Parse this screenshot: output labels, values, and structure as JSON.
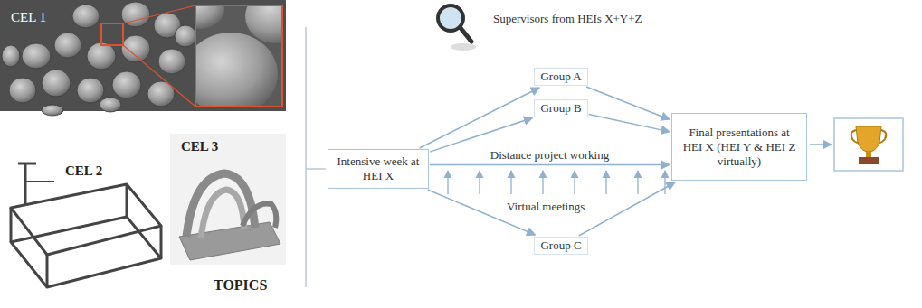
{
  "diagram": {
    "nodes": [
      {
        "text": [
          "Intensive week at HEI X"
        ]
      },
      {
        "text": [
          "Group A"
        ]
      },
      {
        "text": [
          "Group B"
        ]
      },
      {
        "text": [
          "Group C"
        ]
      },
      {
        "text": [
          "Final presentations at HEI X (HEI Y & HEI Z virtually)"
        ]
      }
    ],
    "edges": [
      {
        "from": 0,
        "to": 1,
        "arrow": "to"
      },
      {
        "from": 0,
        "to": 2,
        "arrow": "to"
      },
      {
        "from": 0,
        "to": 4,
        "arrow": "to",
        "label": "Distance project working"
      },
      {
        "from": 0,
        "to": 3,
        "arrow": "to"
      },
      {
        "from": 1,
        "to": 4,
        "arrow": "to"
      },
      {
        "from": 2,
        "to": 4,
        "arrow": "to"
      },
      {
        "from": 3,
        "to": 4,
        "arrow": "to"
      }
    ],
    "labels": [
      "CEL 1",
      "CEL 2",
      "CEL 3",
      "TOPICS",
      "Supervisors from HEIs X+Y+Z",
      "Virtual meetings"
    ]
  }
}
